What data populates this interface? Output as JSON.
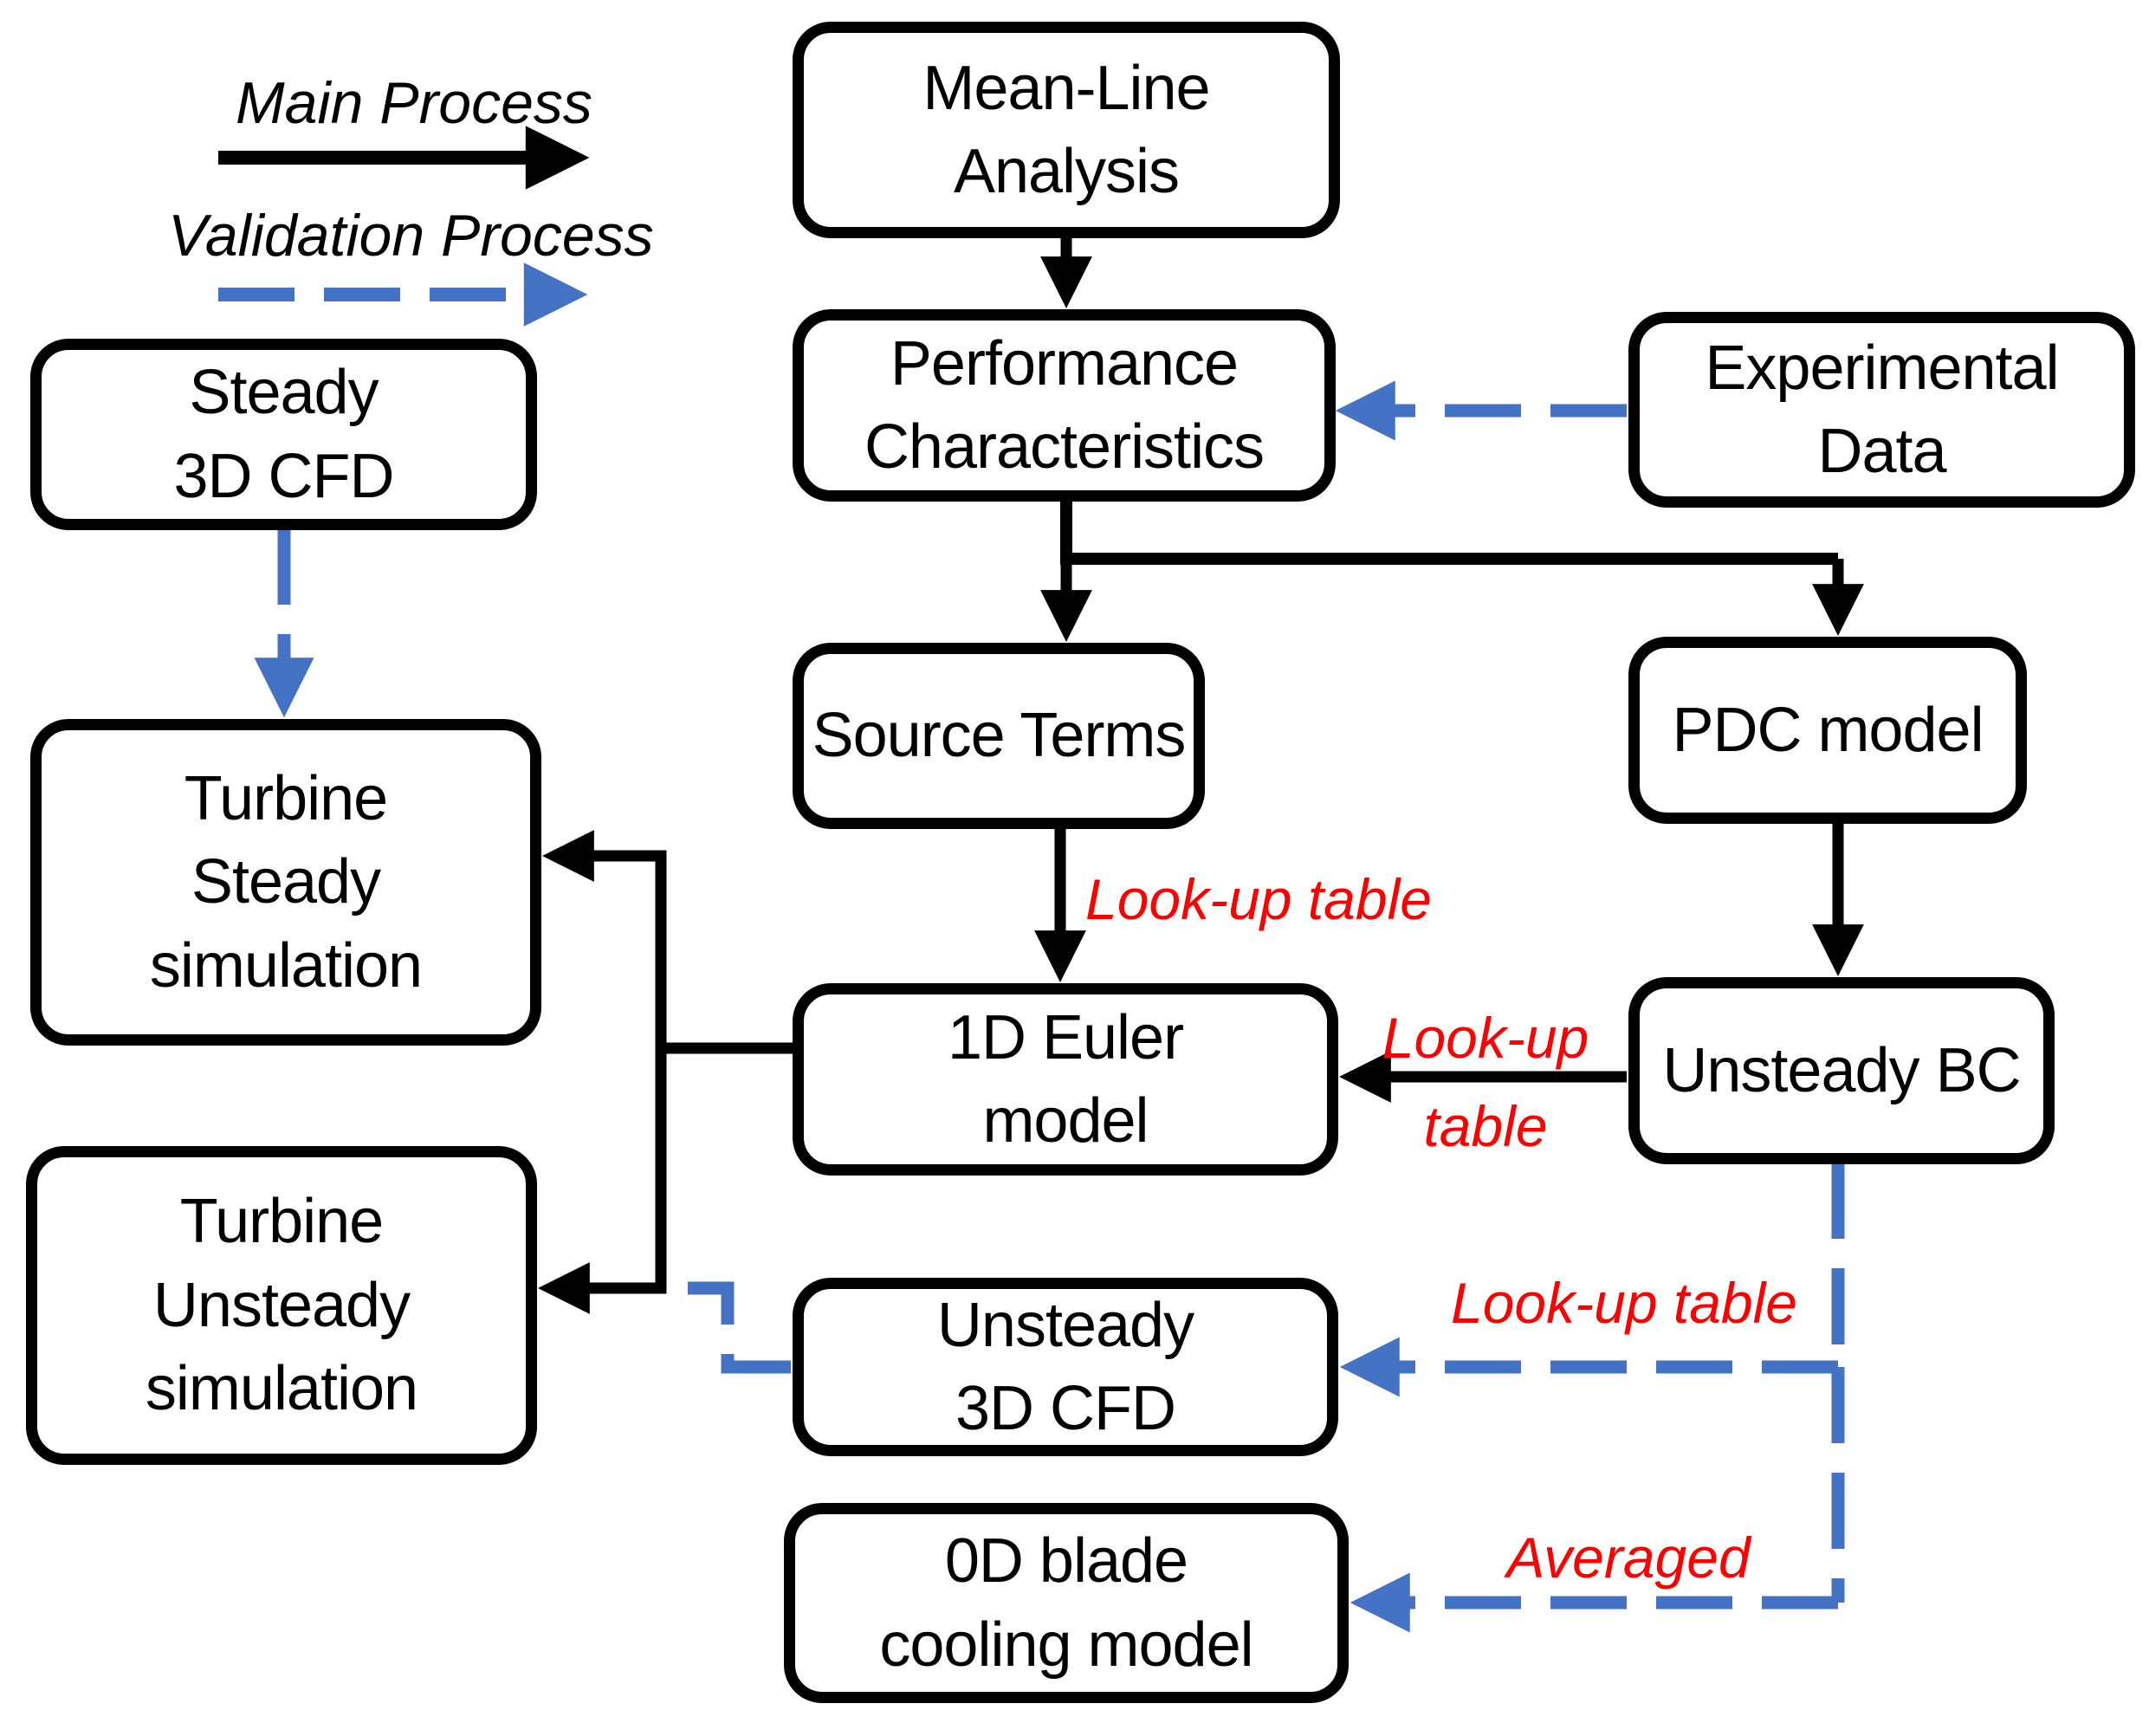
{
  "legend": {
    "main_label": "Main Process",
    "validation_label": "Validation Process"
  },
  "nodes": {
    "mean_line": {
      "lines": [
        "Mean-Line",
        "Analysis"
      ]
    },
    "performance": {
      "lines": [
        "Performance",
        "Characteristics"
      ]
    },
    "experimental": {
      "lines": [
        "Experimental",
        "Data"
      ]
    },
    "steady_3d_cfd": {
      "lines": [
        "Steady",
        "3D CFD"
      ]
    },
    "source_terms": {
      "lines": [
        "Source Terms"
      ]
    },
    "pdc_model": {
      "lines": [
        "PDC model"
      ]
    },
    "turbine_steady": {
      "lines": [
        "Turbine",
        "Steady",
        "simulation"
      ]
    },
    "euler_1d": {
      "lines": [
        "1D Euler",
        "model"
      ]
    },
    "unsteady_bc": {
      "lines": [
        "Unsteady BC"
      ]
    },
    "turbine_unsteady": {
      "lines": [
        "Turbine",
        "Unsteady",
        "simulation"
      ]
    },
    "unsteady_3d_cfd": {
      "lines": [
        "Unsteady",
        "3D CFD"
      ]
    },
    "blade_cooling": {
      "lines": [
        "0D blade",
        "cooling model"
      ]
    }
  },
  "edge_labels": {
    "source_to_euler": "Look-up table",
    "bc_to_euler": [
      "Look-up",
      "table"
    ],
    "bc_to_unsteady_cfd": "Look-up table",
    "bc_to_blade_cooling": "Averaged"
  },
  "colors": {
    "main_process": "#000000",
    "validation_process": "#4472C4",
    "edge_label": "#FF0000",
    "node_fill": "#FFFFFF"
  }
}
